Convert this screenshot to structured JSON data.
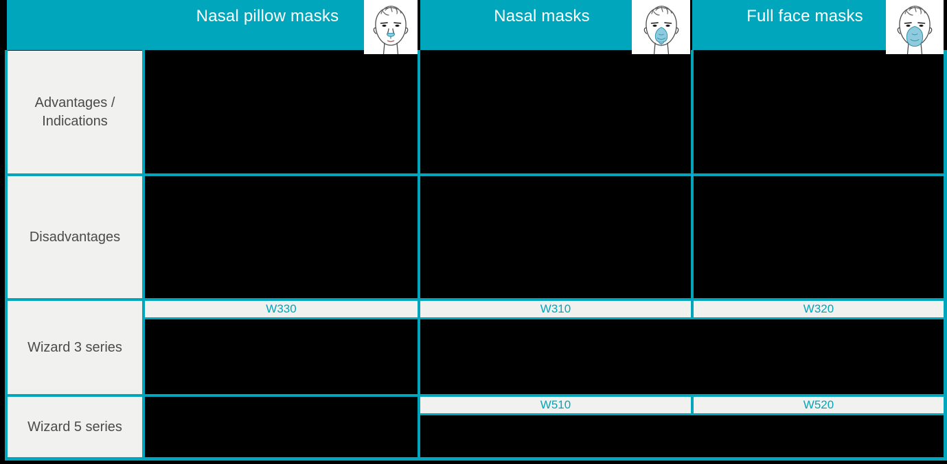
{
  "theme": {
    "teal": "#00a6bb",
    "header_text_color": "#ffffff",
    "cell_background": "#f1f1f0",
    "content_background": "#000000",
    "row_label_color": "#4a4a4a",
    "model_label_color": "#00a6bb",
    "icon_mask_fill": "#8fcbdc"
  },
  "header": {
    "columns": [
      {
        "label": "Nasal pillow masks",
        "icon": "face-with-nasal-pillow-icon"
      },
      {
        "label": "Nasal masks",
        "icon": "face-with-nasal-mask-icon"
      },
      {
        "label": "Full face masks",
        "icon": "face-with-full-face-mask-icon"
      }
    ]
  },
  "rows": [
    {
      "label": "Advantages / Indications"
    },
    {
      "label": "Disadvantages"
    },
    {
      "label": "Wizard 3 series",
      "models": {
        "nasal_pillow": "W330",
        "nasal": "W310",
        "full_face": "W320"
      }
    },
    {
      "label": "Wizard 5 series",
      "models": {
        "nasal": "W510",
        "full_face": "W520"
      }
    }
  ]
}
